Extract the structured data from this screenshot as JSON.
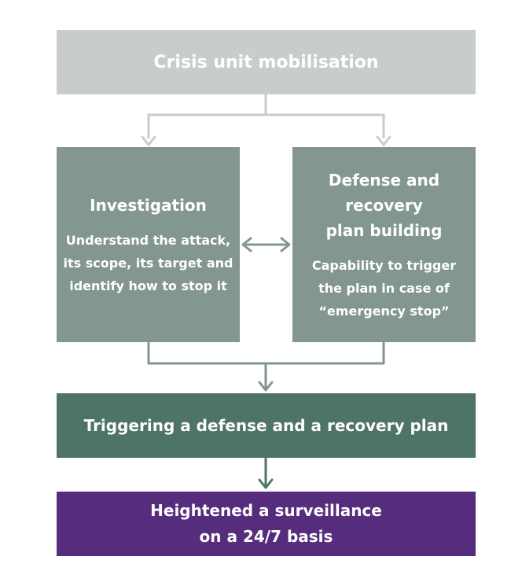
{
  "nodes": {
    "crisis": {
      "label": "Crisis unit mobilisation"
    },
    "investigation": {
      "title": "Investigation",
      "description": "Understand the attack,\nits scope, its target and\nidentify how to stop it"
    },
    "defense": {
      "title": "Defense and recovery\nplan building",
      "description": "Capability to trigger\nthe plan in case of\n“emergency stop”"
    },
    "trigger": {
      "label": "Triggering a defense and a recovery plan"
    },
    "surveillance": {
      "label": "Heightened a surveillance\non a 24/7 basis"
    }
  },
  "colors": {
    "crisis_box": "#c8cdc9",
    "middle_boxes": "#839690",
    "trigger_box": "#4e7466",
    "surveillance_box": "#562c7c",
    "top_connector": "#c8cdc9",
    "middle_connector": "#839690",
    "bottom_connector": "#4e7466"
  }
}
